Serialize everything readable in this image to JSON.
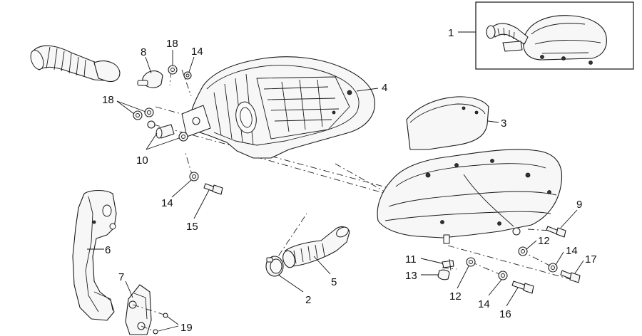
{
  "callouts": {
    "c1": "1",
    "c2": "2",
    "c3": "3",
    "c4": "4",
    "c5": "5",
    "c6": "6",
    "c7": "7",
    "c8": "8",
    "c9": "9",
    "c10": "10",
    "c11": "11",
    "c12a": "12",
    "c12b": "12",
    "c13": "13",
    "c14a": "14",
    "c14b": "14",
    "c14c": "14",
    "c14d": "14",
    "c15": "15",
    "c16": "16",
    "c17": "17",
    "c18a": "18",
    "c18b": "18",
    "c19": "19"
  }
}
